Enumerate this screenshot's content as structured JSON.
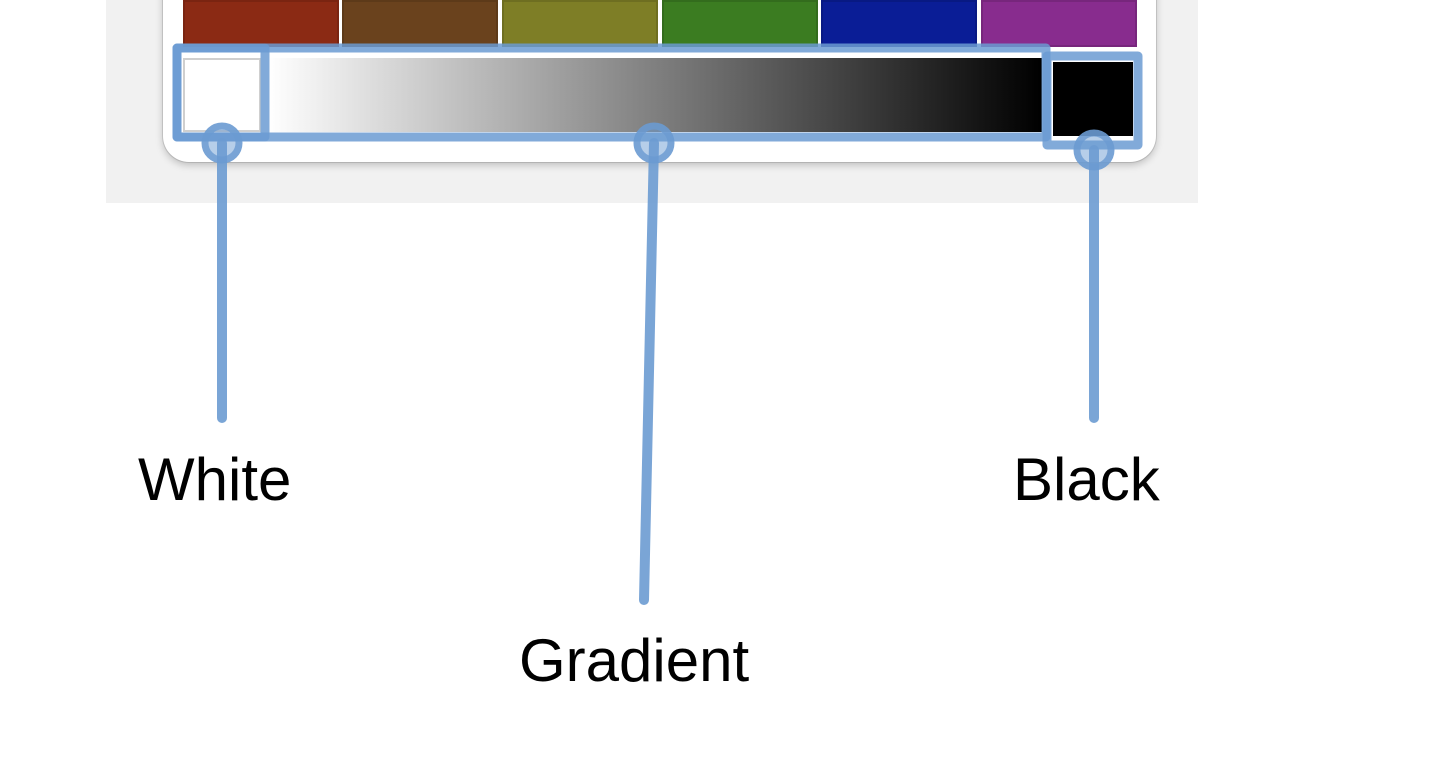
{
  "palette": {
    "swatches": [
      {
        "name": "red",
        "color": "#8b2a14"
      },
      {
        "name": "brown",
        "color": "#6a421d"
      },
      {
        "name": "olive",
        "color": "#7e7e26"
      },
      {
        "name": "green",
        "color": "#3b7c21"
      },
      {
        "name": "navy",
        "color": "#0a1d96"
      },
      {
        "name": "purple",
        "color": "#882c8e"
      }
    ],
    "white_swatch_color": "#ffffff",
    "black_swatch_color": "#000000",
    "gradient": {
      "from": "#ffffff",
      "to": "#000000"
    }
  },
  "annotations": {
    "color": "#6b9bd2",
    "callouts": [
      {
        "label": "White"
      },
      {
        "label": "Gradient"
      },
      {
        "label": "Black"
      }
    ]
  }
}
